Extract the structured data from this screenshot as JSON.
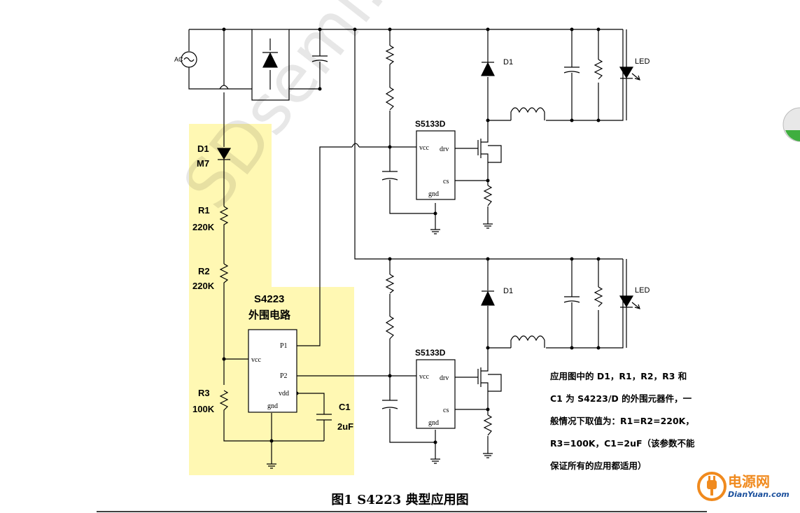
{
  "watermark": "SDsemi.Com",
  "source": {
    "ac_label": "AC"
  },
  "left_circuit": {
    "d1": {
      "name": "D1",
      "value": "M7"
    },
    "r1": {
      "name": "R1",
      "value": "220K"
    },
    "r2": {
      "name": "R2",
      "value": "220K"
    },
    "r3": {
      "name": "R3",
      "value": "100K"
    },
    "c1": {
      "name": "C1",
      "value": "2uF"
    },
    "ic_title_1": "S4223",
    "ic_title_2": "外围电路",
    "pins": {
      "p1": "P1",
      "p2": "P2",
      "vcc": "vcc",
      "vdd": "vdd",
      "gnd": "gnd"
    }
  },
  "driver_top": {
    "name": "S5133D",
    "pins": {
      "vcc": "vcc",
      "drv": "drv",
      "cs": "cs",
      "gnd": "gnd"
    },
    "diode": "D1",
    "led": "LED"
  },
  "driver_bottom": {
    "name": "S5133D",
    "pins": {
      "vcc": "vcc",
      "drv": "drv",
      "cs": "cs",
      "gnd": "gnd"
    },
    "diode": "D1",
    "led": "LED"
  },
  "note_lines": [
    "应用图中的 D1，R1，R2，R3 和",
    "C1 为 S4223/D 的外围元器件，一",
    "般情况下取值为：R1=R2=220K，",
    "R3=100K，C1=2uF（该参数不能",
    "保证所有的应用都适用）"
  ],
  "caption": "图1   S4223 典型应用图",
  "logo": {
    "main": "电源网",
    "sub": "DianYuan.com"
  },
  "colors": {
    "highlight": "#fff8b3",
    "line": "#000000",
    "logo_orange": "#f08a1e",
    "logo_blue": "#1a4f9c"
  }
}
